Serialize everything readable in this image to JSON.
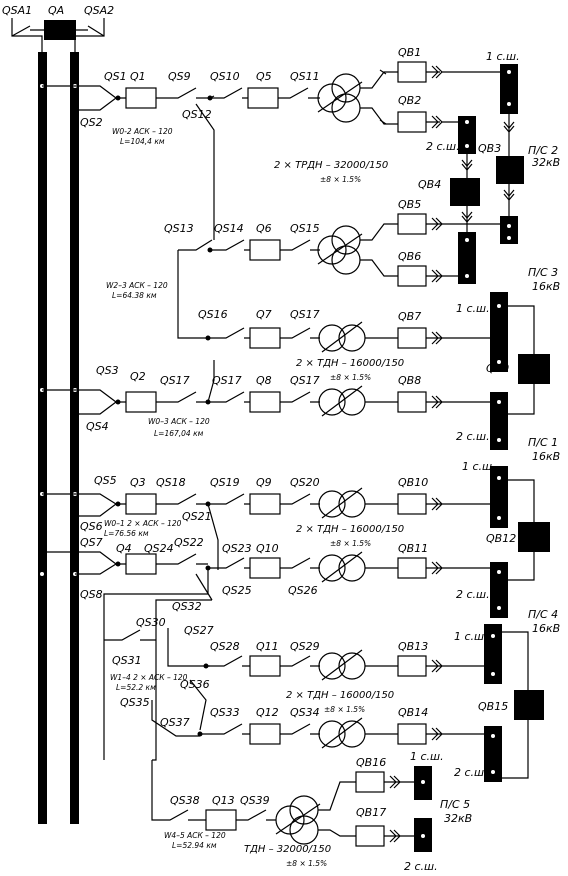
{
  "labels": {
    "qsa1": "QSA1",
    "qa": "QA",
    "qsa2": "QSA2",
    "qs1": "QS1",
    "q1": "Q1",
    "qs2": "QS2",
    "qs9": "QS9",
    "qs10": "QS10",
    "q5": "Q5",
    "qs11": "QS11",
    "qs12": "QS12",
    "line1": "W0-2 АСК – 120",
    "line1len": "L=104,4 км",
    "qb1": "QB1",
    "qb2": "QB2",
    "bus1a": "1 с.ш.",
    "bus2a": "2 с.ш.",
    "qb3": "QB3",
    "ps2": "П/С 2",
    "ps2kv": "32кВ",
    "tr1": "2 × ТРДН – 32000/150",
    "tr1t": "±8 × 1.5%",
    "qb4": "QB4",
    "qs13": "QS13",
    "qs14": "QS14",
    "q6": "Q6",
    "qs15": "QS15",
    "qb5": "QB5",
    "qb6": "QB6",
    "line2": "W2–3 АСК – 120",
    "line2len": "L=64.38 км",
    "qs16": "QS16",
    "q7": "Q7",
    "qs17a": "QS17",
    "qb7": "QB7",
    "bus1b": "1 с.ш.",
    "ps3": "П/С 3",
    "ps3kv": "16кВ",
    "tr2": "2 × ТДН – 16000/150",
    "tr2t": "±8 × 1.5%",
    "qs3": "QS3",
    "q2": "Q2",
    "qs17b": "QS17",
    "qs17c": "QS17",
    "q8": "Q8",
    "qs17d": "QS17",
    "qb8": "QB8",
    "qb9": "QB9",
    "qs4": "QS4",
    "line3": "W0–3 АСК – 120",
    "line3len": "L=167,04 км",
    "bus2b": "2 с.ш.",
    "ps1": "П/С 1",
    "ps1kv": "16кВ",
    "qs5": "QS5",
    "q3": "Q3",
    "qs18": "QS18",
    "qs19": "QS19",
    "q9": "Q9",
    "qs20": "QS20",
    "qb10": "QB10",
    "bus1c": "1 с.ш.",
    "qs6": "QS6",
    "line4": "W0–1 2 × АСК – 120",
    "line4len": "L=76.56 км",
    "qs21": "QS21",
    "tr3": "2 × ТДН – 16000/150",
    "tr3t": "±8 × 1.5%",
    "qb12": "QB12",
    "qs7": "QS7",
    "q4": "Q4",
    "qs24": "QS24",
    "qs22": "QS22",
    "qs23": "QS23",
    "q10": "Q10",
    "qb11": "QB11",
    "qs8": "QS8",
    "qs25": "QS25",
    "qs26": "QS26",
    "bus2c": "2 с.ш.",
    "qs32": "QS32",
    "ps4": "П/С 4",
    "ps4kv": "16кВ",
    "qs30": "QS30",
    "qs27": "QS27",
    "qs31": "QS31",
    "qs28": "QS28",
    "q11": "Q11",
    "qs29": "QS29",
    "qb13": "QB13",
    "bus1d": "1 с.ш.",
    "line5": "W1–4 2 × АСК – 120",
    "line5len": "L=52.2 км",
    "qs36": "QS36",
    "tr4": "2 × ТДН – 16000/150",
    "tr4t": "±8 × 1.5%",
    "qb15": "QB15",
    "qs35": "QS35",
    "qs37": "QS37",
    "qs33": "QS33",
    "q12": "Q12",
    "qs34": "QS34",
    "qb14": "QB14",
    "bus2d": "2 с.ш.",
    "qb16": "QB16",
    "bus1e": "1 с.ш.",
    "qs38": "QS38",
    "q13": "Q13",
    "qs39": "QS39",
    "qb17": "QB17",
    "ps5": "П/С 5",
    "ps5kv": "32кВ",
    "line6": "W4–5 АСК – 120",
    "line6len": "L=52.94 км",
    "tr5": "ТДН – 32000/150",
    "tr5t": "±8 × 1.5%",
    "bus2e": "2 с.ш."
  }
}
